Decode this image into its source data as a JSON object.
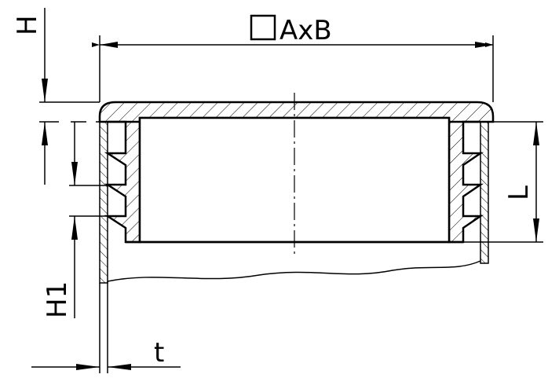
{
  "drawing": {
    "labels": {
      "size": "AxB",
      "height_cap": "H",
      "height_rib": "H1",
      "length": "L",
      "thickness": "t"
    },
    "symbols": {
      "size_prefix": "square-symbol"
    },
    "colors": {
      "line": "#000000",
      "background": "#ffffff"
    }
  }
}
